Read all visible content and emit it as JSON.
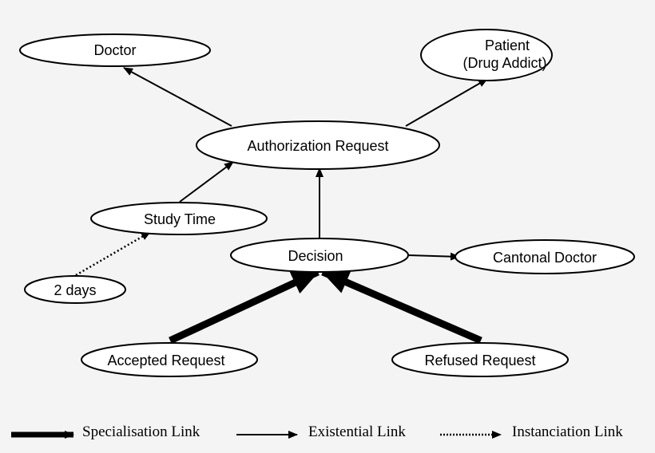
{
  "nodes": {
    "doctor": "Doctor",
    "patient_line1": "Patient",
    "patient_line2": "(Drug Addict)",
    "authorization_request": "Authorization Request",
    "study_time": "Study Time",
    "two_days": "2 days",
    "decision": "Decision",
    "cantonal_doctor": "Cantonal Doctor",
    "accepted_request": "Accepted Request",
    "refused_request": "Refused Request"
  },
  "legend": {
    "specialisation": "Specialisation Link",
    "existential": "Existential Link",
    "instanciation": "Instanciation Link"
  },
  "links": [
    {
      "from": "Authorization Request",
      "to": "Doctor",
      "kind": "existential"
    },
    {
      "from": "Authorization Request",
      "to": "Patient (Drug Addict)",
      "kind": "existential"
    },
    {
      "from": "Study Time",
      "to": "Authorization Request",
      "kind": "existential"
    },
    {
      "from": "Decision",
      "to": "Authorization Request",
      "kind": "existential"
    },
    {
      "from": "Decision",
      "to": "Cantonal Doctor",
      "kind": "existential"
    },
    {
      "from": "2 days",
      "to": "Study Time",
      "kind": "instanciation"
    },
    {
      "from": "Accepted Request",
      "to": "Decision",
      "kind": "specialisation"
    },
    {
      "from": "Refused Request",
      "to": "Decision",
      "kind": "specialisation"
    }
  ]
}
